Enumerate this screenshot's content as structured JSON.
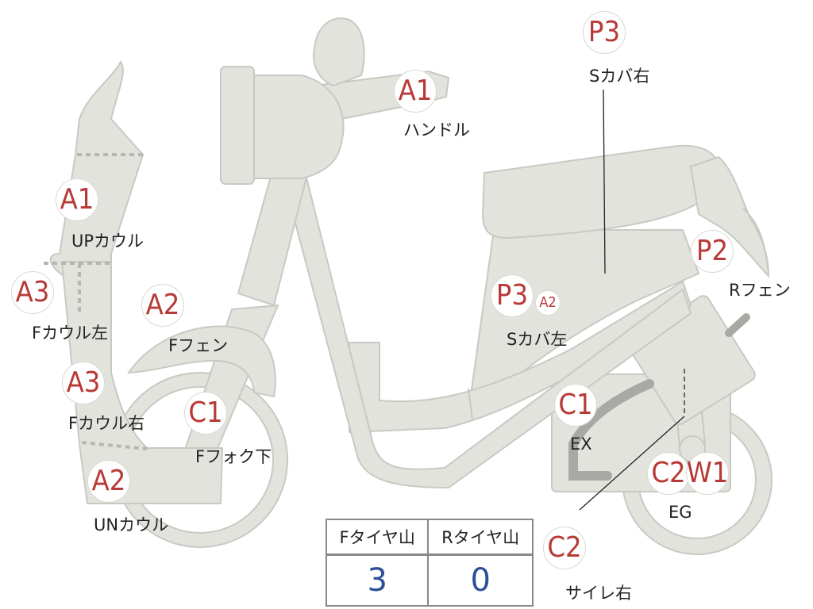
{
  "badges": {
    "handle": "A1",
    "up_cowl": "A1",
    "f_cowl_left": "A3",
    "f_fender": "A2",
    "f_cowl_right": "A3",
    "f_fork": "C1",
    "un_cowl": "A2",
    "s_cover_right": "P3",
    "r_fender": "P2",
    "s_cover_left": "P3",
    "s_cover_left_alt": "A2",
    "ex": "C1",
    "eg_c": "C2",
    "eg_w": "W1",
    "siren_right": "C2"
  },
  "labels": {
    "handle": "ハンドル",
    "up_cowl": "UPカウル",
    "f_cowl_left": "Fカウル左",
    "f_fender": "Fフェン",
    "f_cowl_right": "Fカウル右",
    "f_fork": "Fフォク下",
    "un_cowl": "UNカウル",
    "s_cover_right": "Sカバ右",
    "r_fender": "Rフェン",
    "s_cover_left": "Sカバ左",
    "ex": "EX",
    "eg": "EG",
    "siren_right": "サイレ右"
  },
  "tyre_table": {
    "headers": [
      "Fタイヤ山",
      "Rタイヤ山"
    ],
    "values": [
      "3",
      "0"
    ]
  },
  "colors": {
    "body": "#e3e3de",
    "badge_text": "#b83a36",
    "value_text": "#2c4f9a"
  }
}
